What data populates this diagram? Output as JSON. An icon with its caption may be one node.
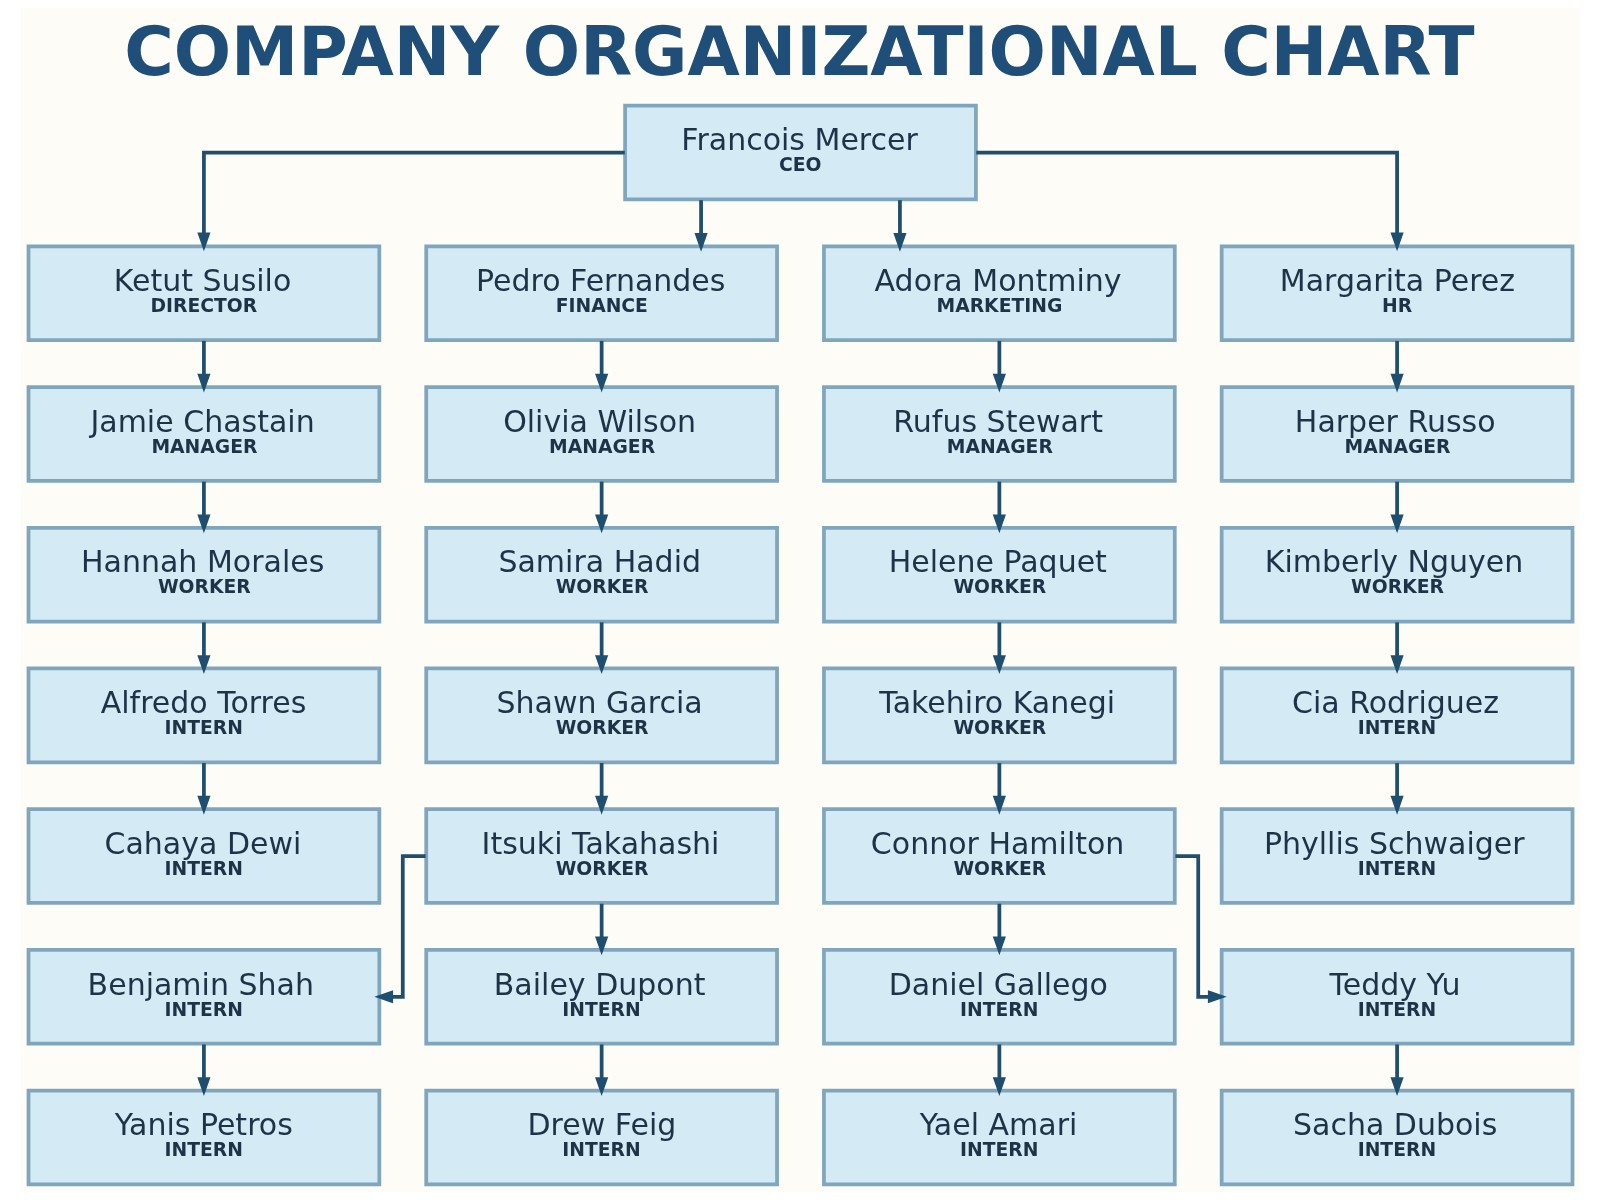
{
  "diagram": {
    "title": "COMPANY ORGANIZATIONAL CHART",
    "nodes": [
      {
        "text": [
          "Francois Mercer",
          "CEO"
        ]
      },
      {
        "text": [
          "Ketut Susilo",
          "DIRECTOR"
        ]
      },
      {
        "text": [
          "Pedro Fernandes",
          "FINANCE"
        ]
      },
      {
        "text": [
          "Adora Montminy",
          "MARKETING"
        ]
      },
      {
        "text": [
          "Margarita Perez",
          "HR"
        ]
      },
      {
        "text": [
          "Jamie Chastain",
          "MANAGER"
        ]
      },
      {
        "text": [
          "Olivia Wilson",
          "MANAGER"
        ]
      },
      {
        "text": [
          "Rufus Stewart",
          "MANAGER"
        ]
      },
      {
        "text": [
          "Harper Russo",
          "MANAGER"
        ]
      },
      {
        "text": [
          "Hannah Morales",
          "WORKER"
        ]
      },
      {
        "text": [
          "Samira Hadid",
          "WORKER"
        ]
      },
      {
        "text": [
          "Helene Paquet",
          "WORKER"
        ]
      },
      {
        "text": [
          "Kimberly Nguyen",
          "WORKER"
        ]
      },
      {
        "text": [
          "Alfredo Torres",
          "INTERN"
        ]
      },
      {
        "text": [
          "Shawn Garcia",
          "WORKER"
        ]
      },
      {
        "text": [
          "Takehiro Kanegi",
          "WORKER"
        ]
      },
      {
        "text": [
          "Cia Rodriguez",
          "INTERN"
        ]
      },
      {
        "text": [
          "Cahaya Dewi",
          "INTERN"
        ]
      },
      {
        "text": [
          "Itsuki Takahashi",
          "WORKER"
        ]
      },
      {
        "text": [
          "Connor Hamilton",
          "WORKER"
        ]
      },
      {
        "text": [
          "Phyllis Schwaiger",
          "INTERN"
        ]
      },
      {
        "text": [
          "Benjamin Shah",
          "INTERN"
        ]
      },
      {
        "text": [
          "Bailey Dupont",
          "INTERN"
        ]
      },
      {
        "text": [
          "Daniel Gallego",
          "INTERN"
        ]
      },
      {
        "text": [
          "Teddy Yu",
          "INTERN"
        ]
      },
      {
        "text": [
          "Yanis Petros",
          "INTERN"
        ]
      },
      {
        "text": [
          "Drew Feig",
          "INTERN"
        ]
      },
      {
        "text": [
          "Yael Amari",
          "INTERN"
        ]
      },
      {
        "text": [
          "Sacha Dubois",
          "INTERN"
        ]
      }
    ],
    "edges": [
      {
        "from": 0,
        "to": 1,
        "arrow": "to"
      },
      {
        "from": 0,
        "to": 2,
        "arrow": "to"
      },
      {
        "from": 0,
        "to": 3,
        "arrow": "to"
      },
      {
        "from": 0,
        "to": 4,
        "arrow": "to"
      },
      {
        "from": 1,
        "to": 5,
        "arrow": "to"
      },
      {
        "from": 2,
        "to": 6,
        "arrow": "to"
      },
      {
        "from": 3,
        "to": 7,
        "arrow": "to"
      },
      {
        "from": 4,
        "to": 8,
        "arrow": "to"
      },
      {
        "from": 5,
        "to": 9,
        "arrow": "to"
      },
      {
        "from": 6,
        "to": 10,
        "arrow": "to"
      },
      {
        "from": 7,
        "to": 11,
        "arrow": "to"
      },
      {
        "from": 8,
        "to": 12,
        "arrow": "to"
      },
      {
        "from": 9,
        "to": 13,
        "arrow": "to"
      },
      {
        "from": 10,
        "to": 14,
        "arrow": "to"
      },
      {
        "from": 11,
        "to": 15,
        "arrow": "to"
      },
      {
        "from": 12,
        "to": 16,
        "arrow": "to"
      },
      {
        "from": 13,
        "to": 17,
        "arrow": "to"
      },
      {
        "from": 14,
        "to": 18,
        "arrow": "to"
      },
      {
        "from": 15,
        "to": 19,
        "arrow": "to"
      },
      {
        "from": 16,
        "to": 20,
        "arrow": "to"
      },
      {
        "from": 18,
        "to": 21,
        "arrow": "to"
      },
      {
        "from": 18,
        "to": 22,
        "arrow": "to"
      },
      {
        "from": 19,
        "to": 23,
        "arrow": "to"
      },
      {
        "from": 19,
        "to": 24,
        "arrow": "to"
      },
      {
        "from": 21,
        "to": 25,
        "arrow": "to"
      },
      {
        "from": 22,
        "to": 26,
        "arrow": "to"
      },
      {
        "from": 23,
        "to": 27,
        "arrow": "to"
      },
      {
        "from": 24,
        "to": 28,
        "arrow": "to"
      }
    ]
  }
}
